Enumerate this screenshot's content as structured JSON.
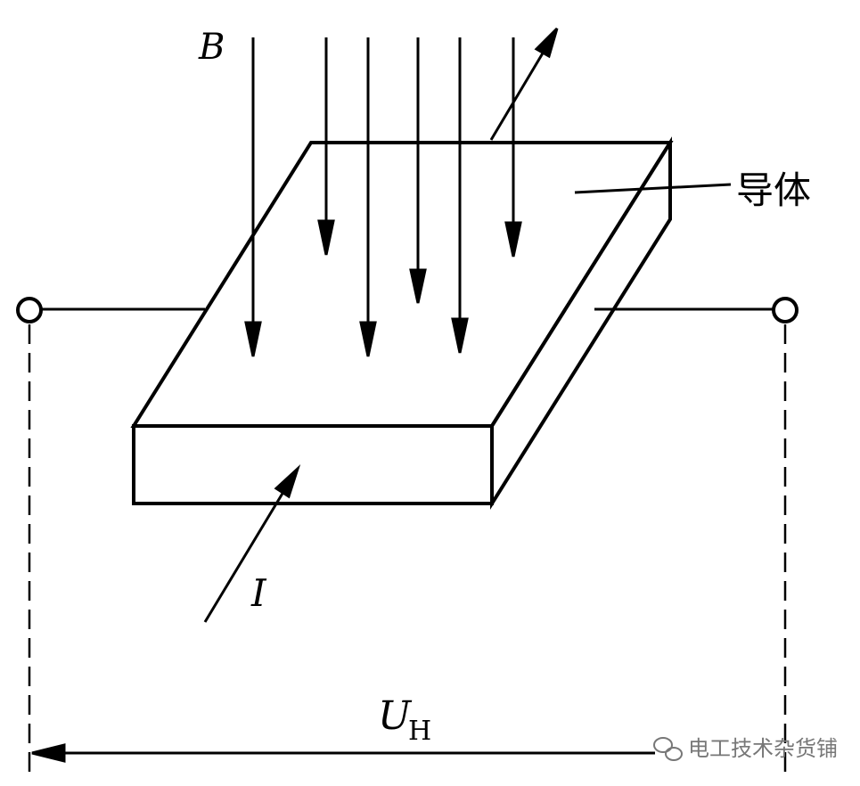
{
  "labels": {
    "field": "B",
    "conductor": "导体",
    "current": "I",
    "voltage_main": "U",
    "voltage_sub": "H"
  },
  "watermark": {
    "text": "电工技术杂货铺",
    "icon": "wechat-icon"
  },
  "colors": {
    "stroke": "#000000",
    "background": "#ffffff",
    "watermark": "#777777"
  }
}
